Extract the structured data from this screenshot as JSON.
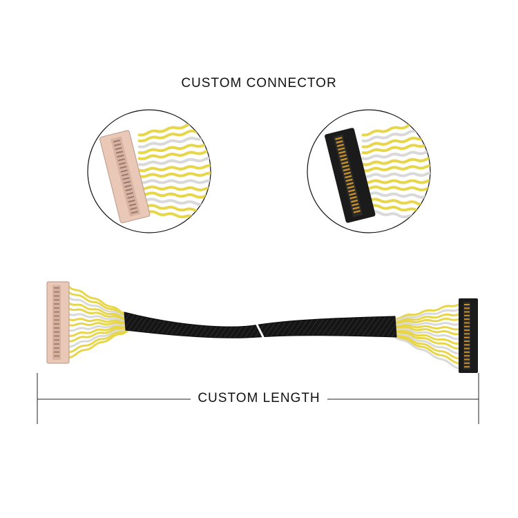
{
  "title": "CUSTOM CONNECTOR",
  "length_label": "CUSTOM LENGTH",
  "colors": {
    "wire_yellow": "#e8d64a",
    "wire_white": "#d9d9d9",
    "connector_pink": "#e9c8b8",
    "connector_black": "#1b1b1b",
    "sleeve_black": "#151515",
    "pin_gold": "#c8902a"
  },
  "icons": [
    "left-connector-closeup",
    "right-connector-closeup",
    "cable-assembly",
    "dimension-line"
  ]
}
